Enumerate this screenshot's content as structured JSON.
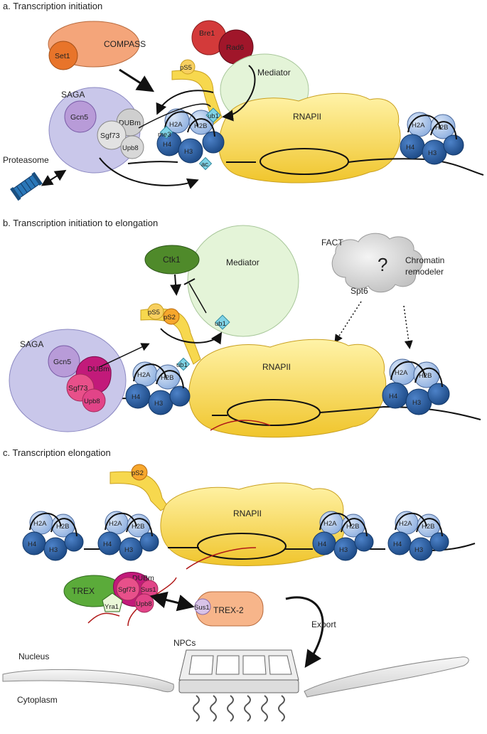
{
  "panels": {
    "a": {
      "title": "a. Transcription initiation",
      "compass": "COMPASS",
      "set1": "Set1",
      "bre1": "Bre1",
      "rad6": "Rad6",
      "ps5": "pS5",
      "mediator": "Mediator",
      "saga": "SAGA",
      "gcn5": "Gcn5",
      "dubm": "DUBm",
      "sgf73": "Sgf73",
      "upb8": "Upb8",
      "ub1": "ub1",
      "me3": "me3",
      "ac": "ac",
      "h2a": "H2A",
      "h2b": "H2B",
      "h3": "H3",
      "h4": "H4",
      "rnapii": "RNAPII",
      "proteasome": "Proteasome"
    },
    "b": {
      "title": "b. Transcription initiation to elongation",
      "ctk1": "Ctk1",
      "mediator": "Mediator",
      "fact": "FACT",
      "question": "?",
      "chromatin": "Chromatin",
      "remodeler": "remodeler",
      "spt6": "Spt6",
      "ps5": "pS5",
      "ps2": "pS2",
      "ub1": "ub1",
      "saga": "SAGA",
      "gcn5": "Gcn5",
      "dubm": "DUBm",
      "sgf73": "Sgf73",
      "upb8": "Upb8",
      "h2a": "H2A",
      "h2b": "H2B",
      "h3": "H3",
      "h4": "H4",
      "rnapii": "RNAPII"
    },
    "c": {
      "title": "c. Transcription elongation",
      "ps2": "pS2",
      "rnapii": "RNAPII",
      "h2a": "H2A",
      "h2b": "H2B",
      "h3": "H3",
      "h4": "H4",
      "trex": "TREX",
      "yra1": "Yra1",
      "sgf73": "Sgf73",
      "dubm": "DUBm",
      "sus1": "Sus1",
      "upb8": "Upb8",
      "trex2": "TREX-2",
      "export": "Export",
      "nucleus": "Nucleus",
      "npcs": "NPCs",
      "cytoplasm": "Cytoplasm"
    }
  },
  "colors": {
    "compass": "#f4a57a",
    "set1": "#e8742a",
    "bre1": "#d33a3a",
    "rad6": "#a0162a",
    "mediator": "#e4f4d8",
    "saga": "#c9c7ea",
    "gcn5": "#b89bd8",
    "dubm_a": "#cfcfcf",
    "dubm_b": "#c21a7a",
    "sgf73_b": "#e8508a",
    "rnapii": "#f7d84e",
    "h2": "#a9c4ea",
    "h34": "#2a5d9f",
    "mark": "#7fd3e6",
    "ctk1": "#4f8a2a",
    "trex": "#5bab3a",
    "trex2": "#f7b58a",
    "ps": "#f6a72d",
    "npc": "#e6e6e6"
  }
}
